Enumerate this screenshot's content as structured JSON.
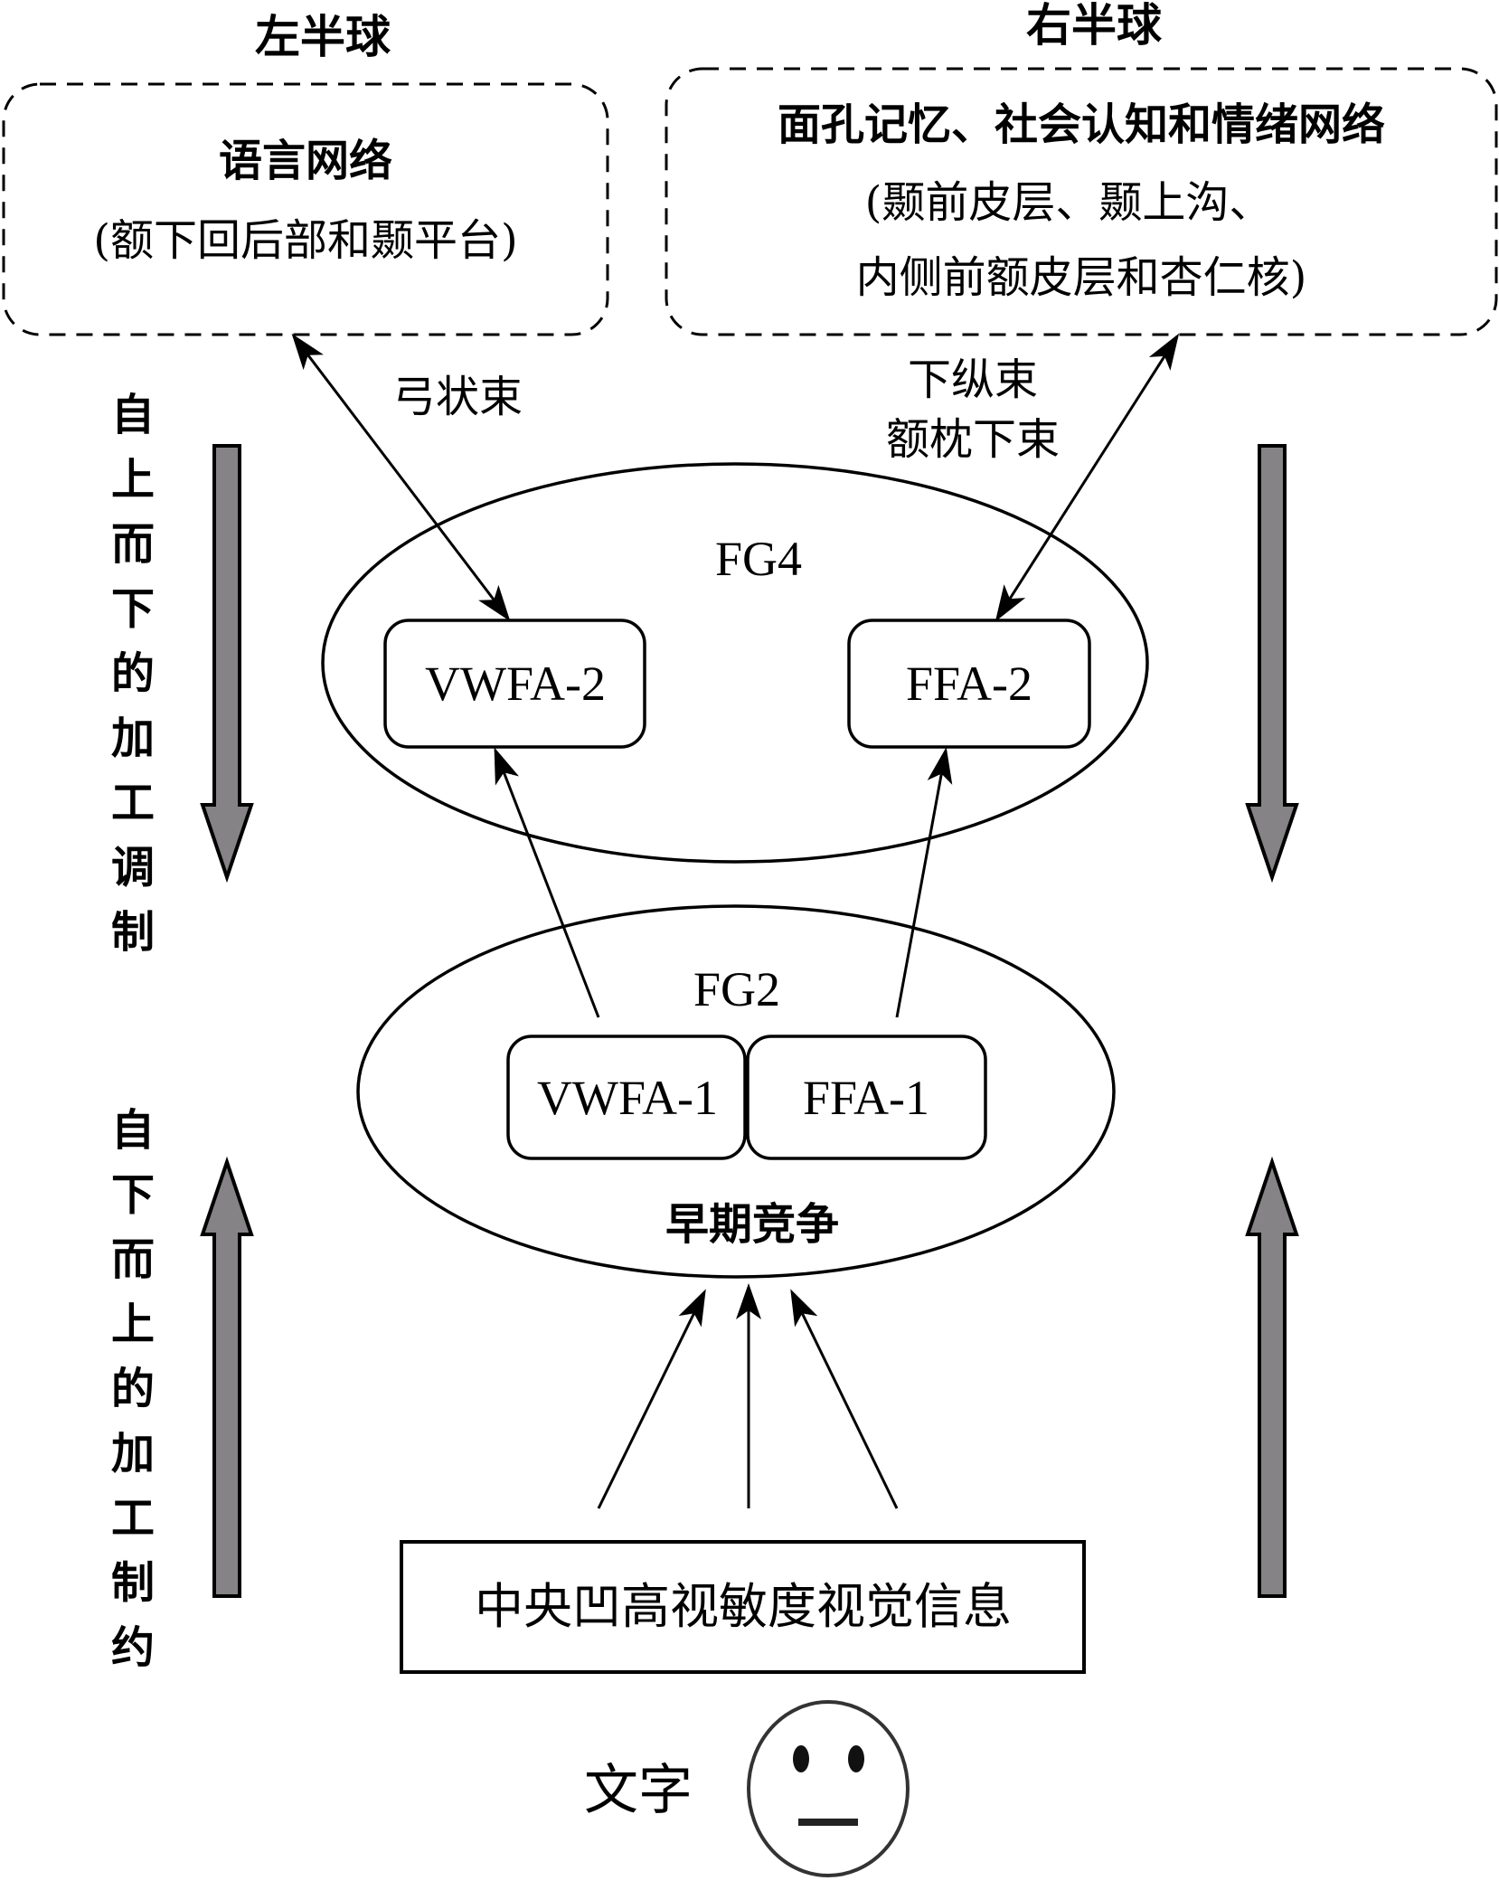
{
  "hemispheres": {
    "left": {
      "title": "左半球",
      "network": {
        "name": "语言网络",
        "regions": "(额下回后部和颞平台)"
      },
      "tract_label": "弓状束"
    },
    "right": {
      "title": "右半球",
      "network": {
        "name": "面孔记忆、社会认知和情绪网络",
        "regions_line1": "(颞前皮层、颞上沟、",
        "regions_line2": "内侧前额皮层和杏仁核)"
      },
      "tract_label_line1": "下纵束",
      "tract_label_line2": "额枕下束"
    }
  },
  "processing": {
    "top_down": {
      "label_chars": [
        "自",
        "上",
        "而",
        "下",
        "的",
        "加",
        "工",
        "调",
        "制"
      ],
      "direction": "down"
    },
    "bottom_up": {
      "label_chars": [
        "自",
        "下",
        "而",
        "上",
        "的",
        "加",
        "工",
        "制",
        "约"
      ],
      "direction": "up"
    }
  },
  "regions": {
    "fg4": {
      "label": "FG4",
      "nodes": [
        "VWFA-2",
        "FFA-2"
      ]
    },
    "fg2": {
      "label": "FG2",
      "nodes": [
        "VWFA-1",
        "FFA-1"
      ],
      "caption": "早期竞争"
    }
  },
  "input": {
    "label": "中央凹高视敏度视觉信息"
  },
  "stimuli": {
    "text_label": "文字",
    "face_icon": "neutral-face-icon"
  },
  "colors": {
    "arrow_fill": "#858385",
    "stroke": "#000000",
    "background": "#ffffff"
  }
}
